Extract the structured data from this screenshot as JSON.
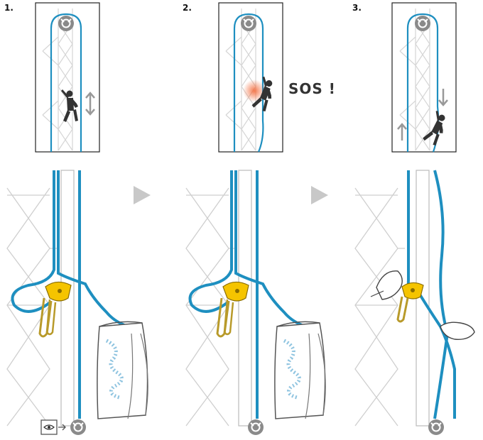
{
  "steps": [
    {
      "label": "1.",
      "motion": "up-down"
    },
    {
      "label": "2.",
      "callout": "SOS !"
    },
    {
      "label": "3.",
      "motion": "lower"
    }
  ],
  "colors": {
    "rope": "#1e8fc0",
    "device": "#f5c400",
    "carabiner": "#b89a2a",
    "climber": "#333333",
    "structure": "#d6d6d6",
    "arrow": "#bfbfbf",
    "sos_glow": "#f36b3c",
    "anchor": "#8a8a8a"
  },
  "icons": [
    "anchor-icon",
    "next-arrow-icon",
    "eye-manual-icon",
    "climber-icon",
    "hand-icon",
    "rope-bag-icon"
  ]
}
